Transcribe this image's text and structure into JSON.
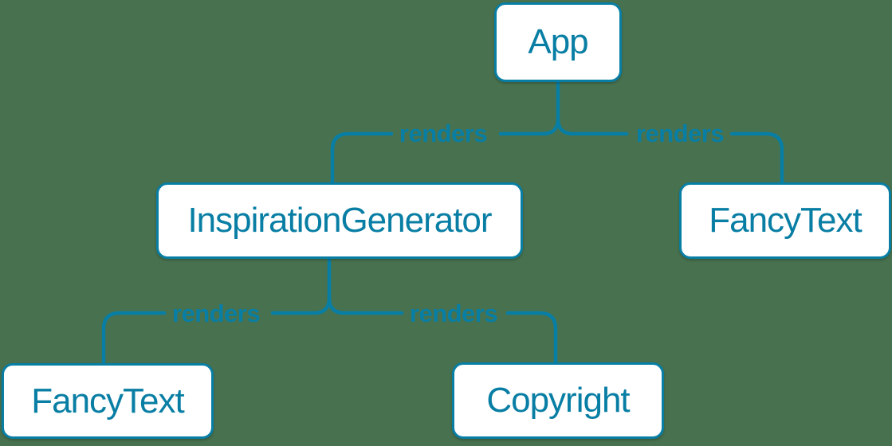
{
  "canvas": {
    "background_color": "#48724F",
    "accent_color": "#087EA4",
    "node_fill_color": "#FFFFFF"
  },
  "nodes": [
    {
      "id": "app",
      "label": "App"
    },
    {
      "id": "inspiration-generator",
      "label": "InspirationGenerator"
    },
    {
      "id": "fancy-text-top-right",
      "label": "FancyText"
    },
    {
      "id": "fancy-text-bottom-left",
      "label": "FancyText"
    },
    {
      "id": "copyright",
      "label": "Copyright"
    }
  ],
  "edges": [
    {
      "from": "App",
      "to": "InspirationGenerator",
      "label": "renders"
    },
    {
      "from": "App",
      "to": "FancyText",
      "label": "renders"
    },
    {
      "from": "InspirationGenerator",
      "to": "FancyText",
      "label": "renders"
    },
    {
      "from": "InspirationGenerator",
      "to": "Copyright",
      "label": "renders"
    }
  ]
}
